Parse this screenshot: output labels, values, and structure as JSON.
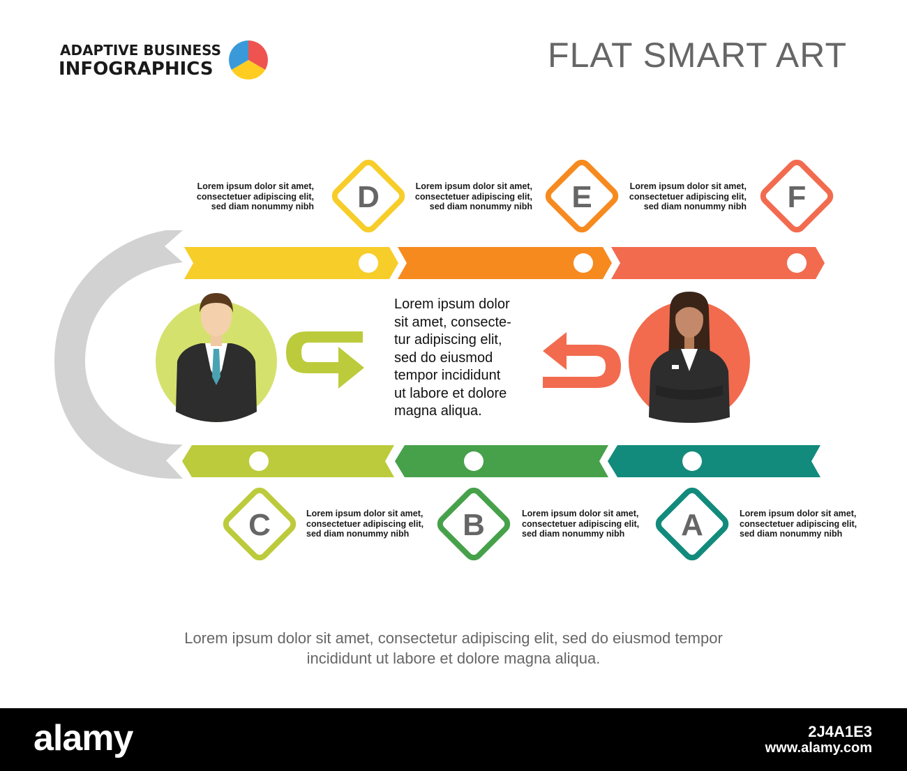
{
  "header": {
    "brand_line1": "ADAPTIVE BUSINESS",
    "brand_line2": "INFOGRAPHICS",
    "title": "FLAT SMART ART"
  },
  "colors": {
    "D": "#f7cd2a",
    "E": "#f68a1f",
    "F": "#f26b4f",
    "C": "#bccb3b",
    "B": "#46a14a",
    "A": "#128a7c",
    "loop": "#d2d2d2",
    "man_circle": "#d5e16d",
    "woman_circle": "#f26b4f"
  },
  "steps": {
    "D": {
      "letter": "D",
      "text": "Lorem ipsum dolor sit amet,\nconsectetuer adipiscing elit,\nsed diam nonummy nibh"
    },
    "E": {
      "letter": "E",
      "text": "Lorem ipsum dolor sit amet,\nconsectetuer adipiscing elit,\nsed diam nonummy nibh"
    },
    "F": {
      "letter": "F",
      "text": "Lorem ipsum dolor sit amet,\nconsectetuer adipiscing elit,\nsed diam nonummy nibh"
    },
    "C": {
      "letter": "C",
      "text": "Lorem ipsum dolor sit amet,\nconsectetuer adipiscing elit,\nsed diam nonummy nibh"
    },
    "B": {
      "letter": "B",
      "text": "Lorem ipsum dolor sit amet,\nconsectetuer adipiscing elit,\nsed diam nonummy nibh"
    },
    "A": {
      "letter": "A",
      "text": "Lorem ipsum dolor sit amet,\nconsectetuer adipiscing elit,\nsed diam nonummy nibh"
    }
  },
  "center_text": "Lorem ipsum dolor\nsit amet, consecte-\ntur adipiscing elit,\nsed do eiusmod\ntempor incididunt\nut labore et dolore\nmagna aliqua.",
  "footer_text": "Lorem ipsum dolor sit amet, consectetur adipiscing elit, sed do eiusmod tempor\nincididunt ut labore et dolore magna aliqua.",
  "watermark": {
    "logo": "alamy",
    "image_id": "2J4A1E3",
    "url": "www.alamy.com"
  }
}
